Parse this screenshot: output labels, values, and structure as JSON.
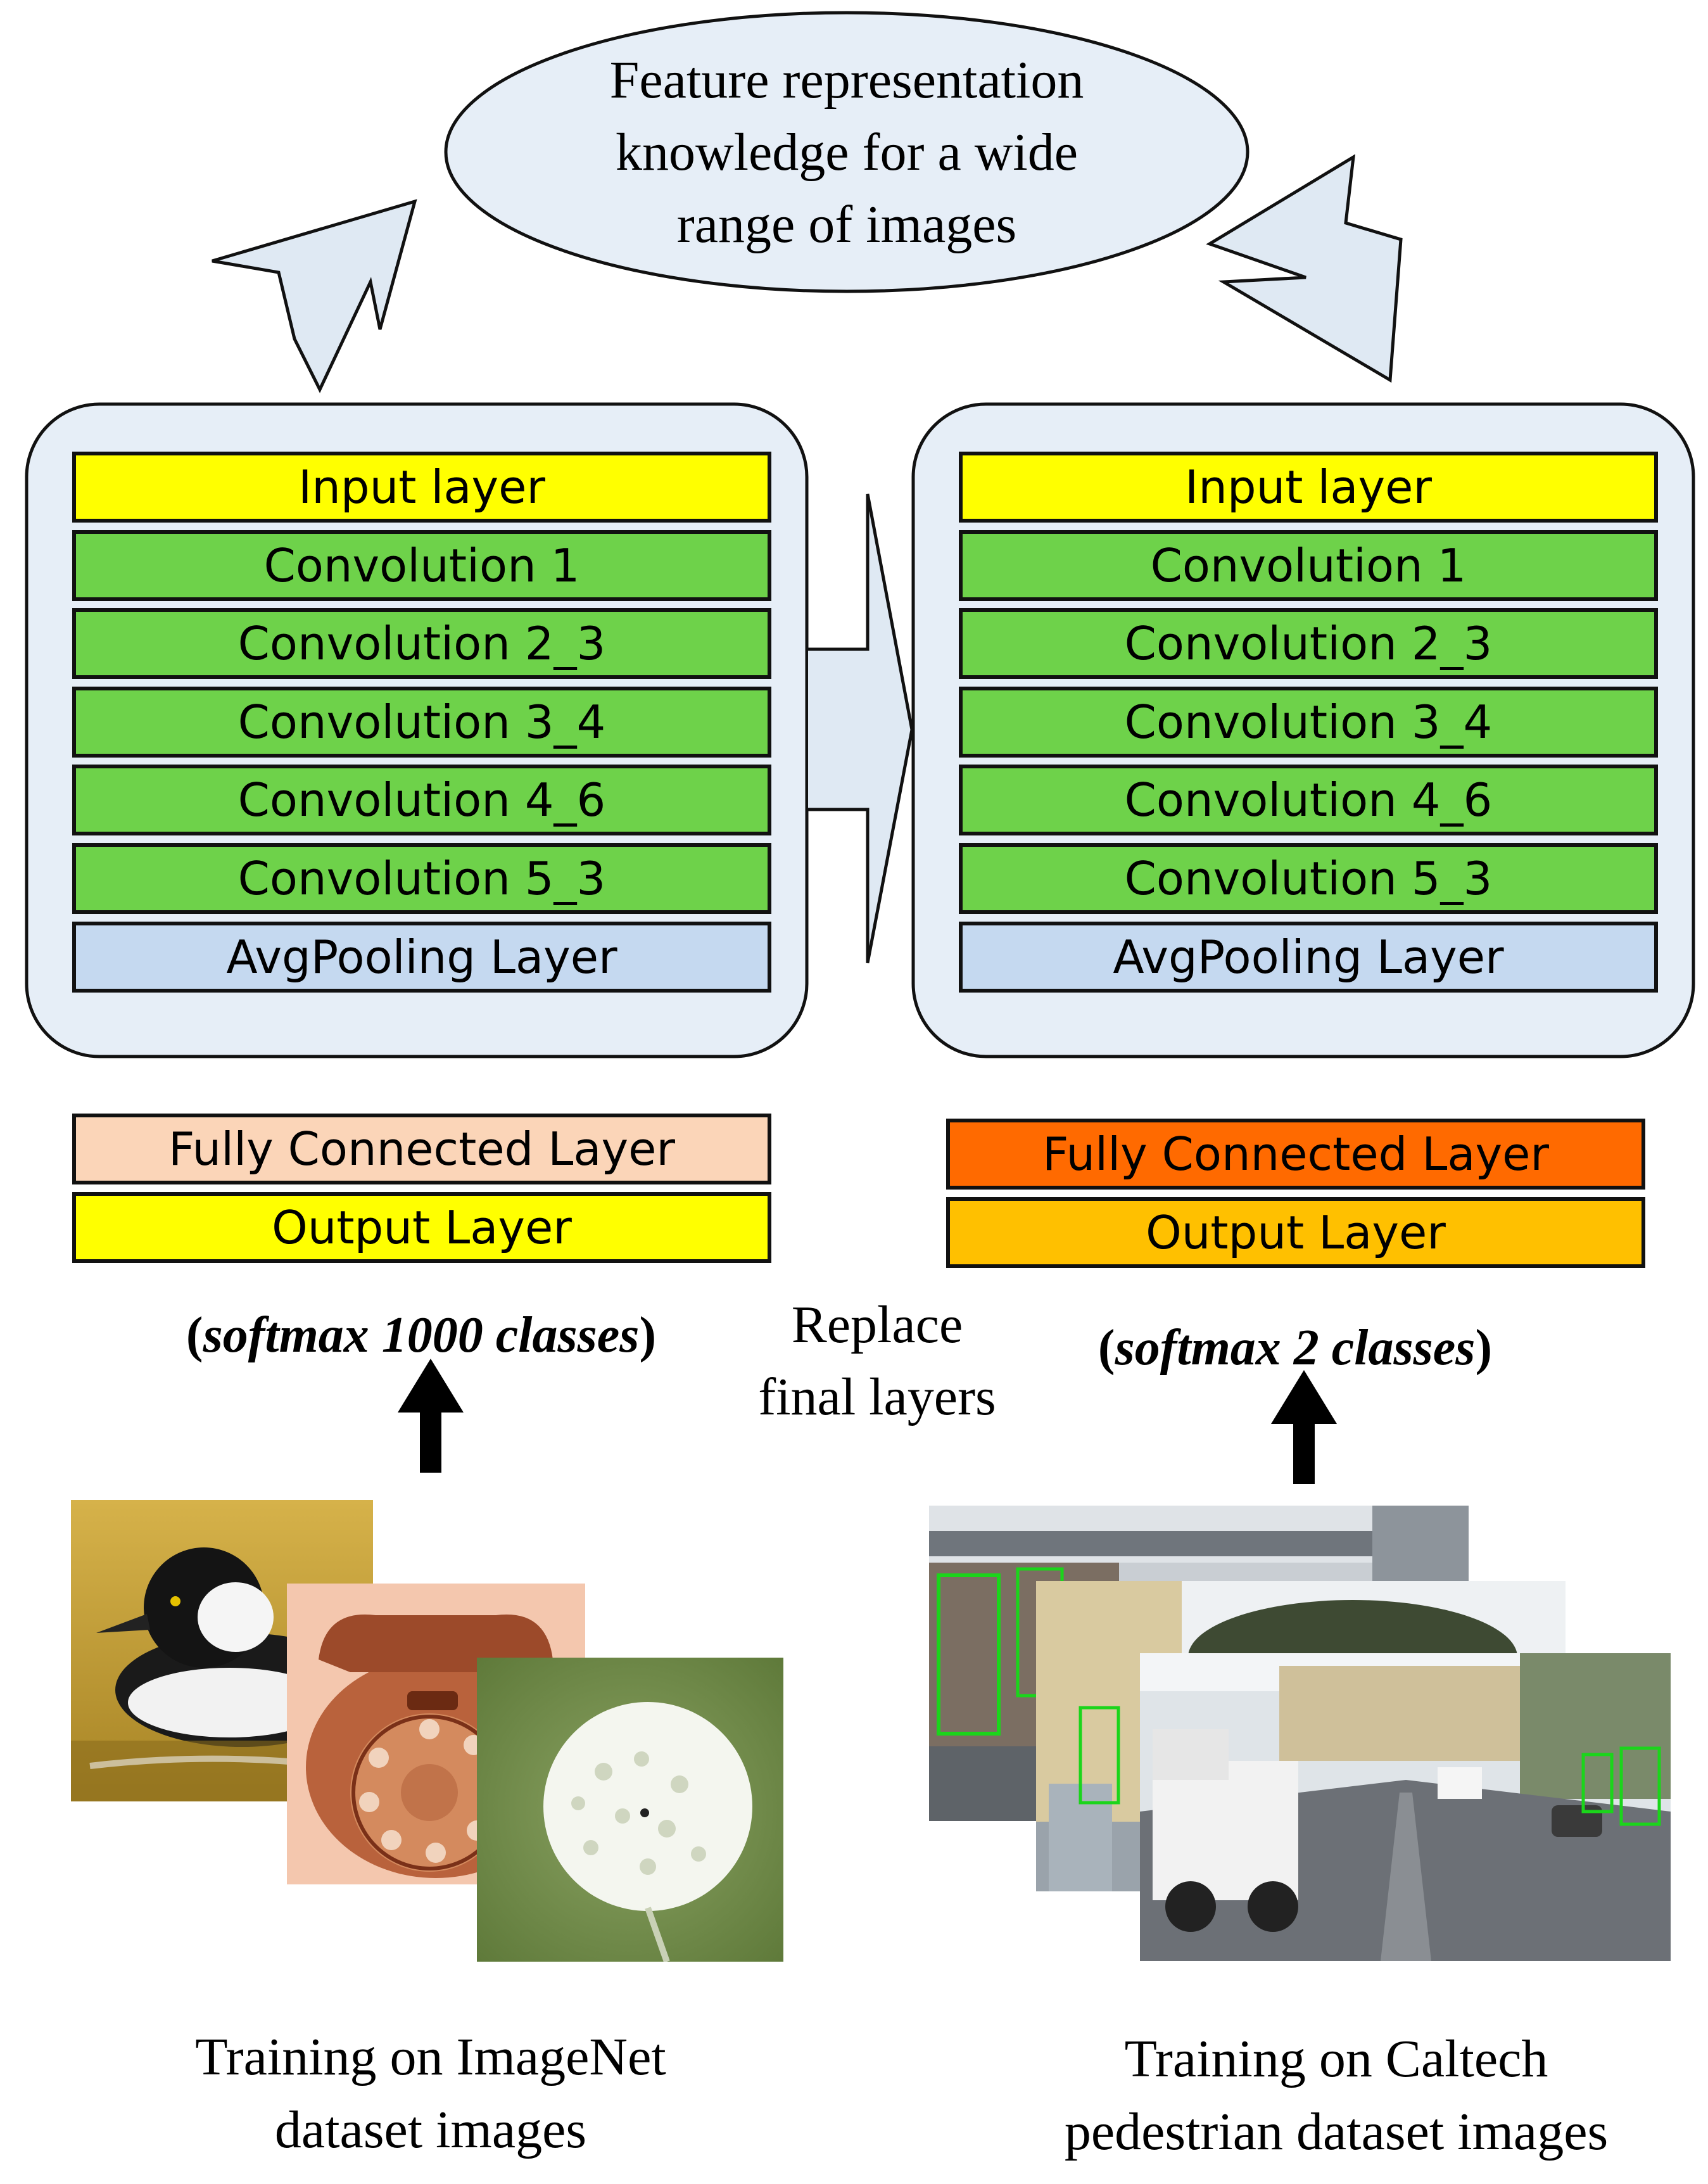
{
  "cloud_text": [
    "Feature representation",
    "knowledge for a wide",
    "range of images"
  ],
  "left_network": {
    "layers": [
      {
        "label": "Input layer",
        "color": "#ffff00"
      },
      {
        "label": "Convolution 1",
        "color": "#6ed24a"
      },
      {
        "label": "Convolution 2_3",
        "color": "#6ed24a"
      },
      {
        "label": "Convolution 3_4",
        "color": "#6ed24a"
      },
      {
        "label": "Convolution 4_6",
        "color": "#6ed24a"
      },
      {
        "label": "Convolution 5_3",
        "color": "#6ed24a"
      },
      {
        "label": "AvgPooling Layer",
        "color": "#c5d9f0"
      }
    ],
    "final_layers": [
      {
        "label": "Fully Connected Layer",
        "color": "#fbd5b8"
      },
      {
        "label": "Output Layer",
        "color": "#ffff00"
      }
    ],
    "softmax": {
      "open": "(",
      "italic": "softmax 1000 classes",
      "close": ")"
    },
    "caption": [
      "Training on ImageNet",
      "dataset images"
    ]
  },
  "right_network": {
    "layers": [
      {
        "label": "Input layer",
        "color": "#ffff00"
      },
      {
        "label": "Convolution 1",
        "color": "#6ed24a"
      },
      {
        "label": "Convolution 2_3",
        "color": "#6ed24a"
      },
      {
        "label": "Convolution 3_4",
        "color": "#6ed24a"
      },
      {
        "label": "Convolution 4_6",
        "color": "#6ed24a"
      },
      {
        "label": "Convolution 5_3",
        "color": "#6ed24a"
      },
      {
        "label": "AvgPooling Layer",
        "color": "#c5d9f0"
      }
    ],
    "final_layers": [
      {
        "label": "Fully Connected Layer",
        "color": "#ff6a00"
      },
      {
        "label": "Output Layer",
        "color": "#ffc000"
      }
    ],
    "softmax": {
      "open": "(",
      "italic": "softmax 2 classes",
      "close": ")"
    },
    "caption": [
      "Training on Caltech",
      "pedestrian dataset images"
    ]
  },
  "replace_text": [
    "Replace",
    "final layers"
  ],
  "colors": {
    "panel_fill": "#e6eef7",
    "arrow_fill": "#dfe9f3",
    "stroke": "#111111"
  }
}
